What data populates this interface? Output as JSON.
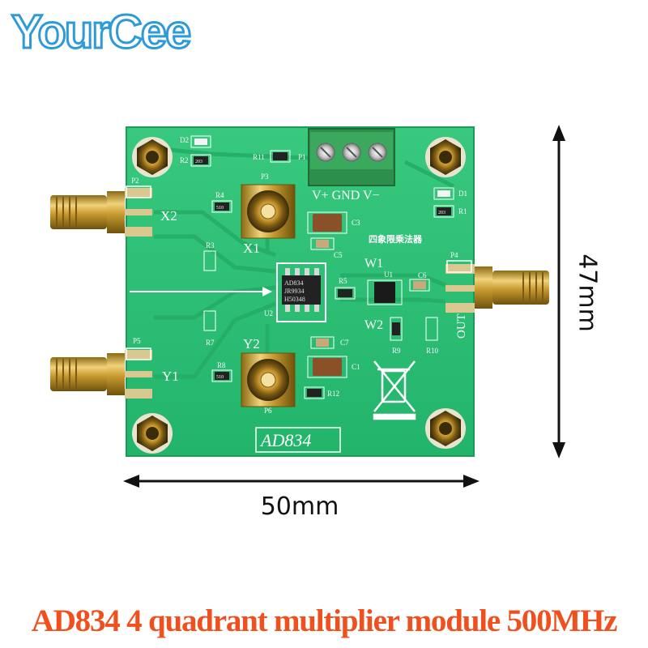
{
  "brand": {
    "logo_text": "YourCee",
    "color": "#2f9ad8"
  },
  "board": {
    "color": "#2fbf76",
    "chip_marking": [
      "AD834",
      "JR9934",
      "H50348"
    ],
    "silkscreen_title": "四象限乘法器",
    "chip_label": "AD834",
    "terminal_labels": "V+ GND V−",
    "ports": {
      "x2": "X2",
      "x1": "X1",
      "y1": "Y1",
      "y2": "Y2",
      "out": "OUT",
      "w1": "W1",
      "w2": "W2"
    },
    "refs": [
      "D2",
      "R2",
      "R11",
      "P1",
      "D1",
      "R1",
      "P2",
      "P3",
      "R4",
      "C3",
      "C5",
      "R3",
      "U1",
      "C6",
      "R5",
      "U2",
      "P4",
      "R7",
      "R9",
      "R10",
      "P5",
      "R8",
      "C7",
      "C1",
      "R12",
      "P6"
    ],
    "resistor_codes": [
      "203",
      "510",
      "510",
      "203"
    ]
  },
  "dimensions": {
    "width": "50mm",
    "height": "47mm"
  },
  "caption": {
    "text": "AD834 4 quadrant multiplier module 500MHz",
    "color": "#f0501e"
  }
}
